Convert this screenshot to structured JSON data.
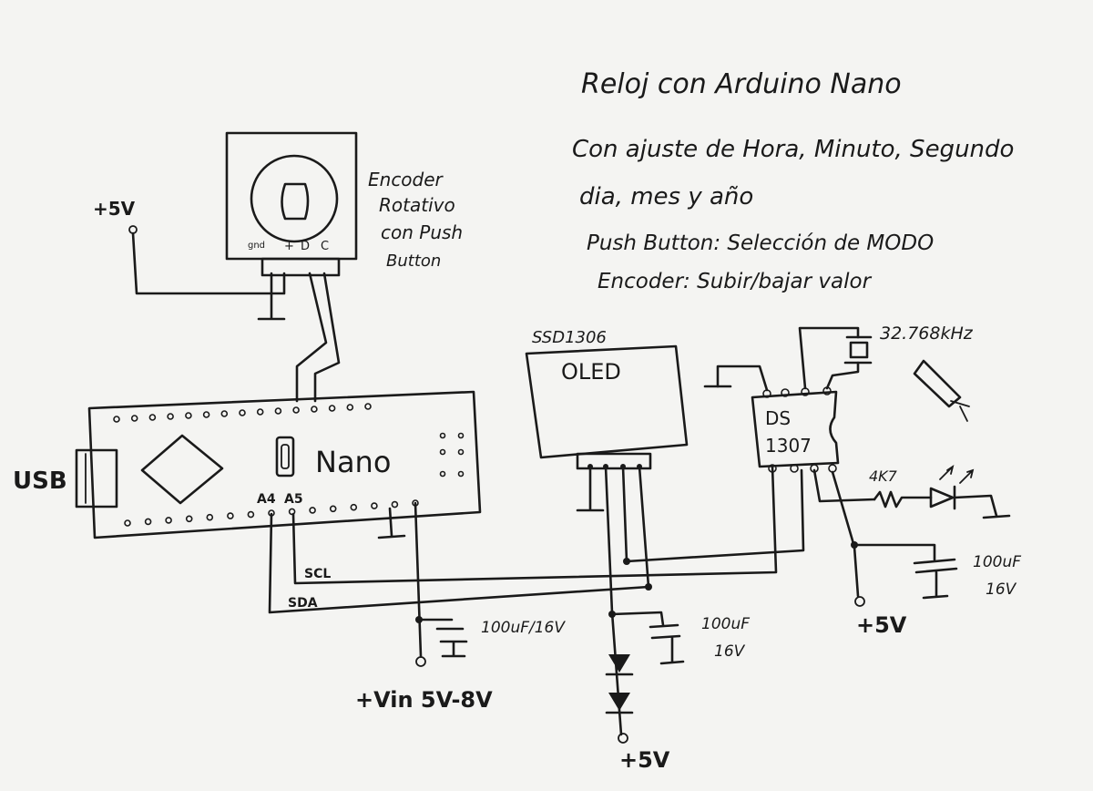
{
  "title": "Reloj con Arduino Nano",
  "notes": [
    "Con ajuste de Hora, Minuto, Segundo",
    "dia, mes y año",
    "Push Button: Selección de MODO",
    "Encoder: Subir/bajar valor"
  ],
  "encoder": {
    "label_lines": [
      "Encoder",
      "Rotativo",
      "con Push",
      "Button"
    ],
    "pins": [
      "gnd",
      "+",
      "D",
      "C"
    ]
  },
  "supply_5v_encoder": "+5V",
  "nano": {
    "name": "Nano",
    "usb": "USB",
    "pin_a4": "A4",
    "pin_a5": "A5"
  },
  "oled": {
    "model": "SSD1306",
    "name": "OLED"
  },
  "rtc": {
    "line1": "DS",
    "line2": "1307",
    "crystal": "32.768kHz"
  },
  "resistor": "4K7",
  "lines": {
    "scl": "SCL",
    "sda": "SDA"
  },
  "caps": {
    "vin_cap": "100uF/16V",
    "mid_cap_1": "100uF",
    "mid_cap_2": "16V",
    "rtc_cap_1": "100uF",
    "rtc_cap_2": "16V"
  },
  "supplies": {
    "vin": "+Vin 5V-8V",
    "diode_5v": "+5V",
    "rtc_5v": "+5V"
  }
}
